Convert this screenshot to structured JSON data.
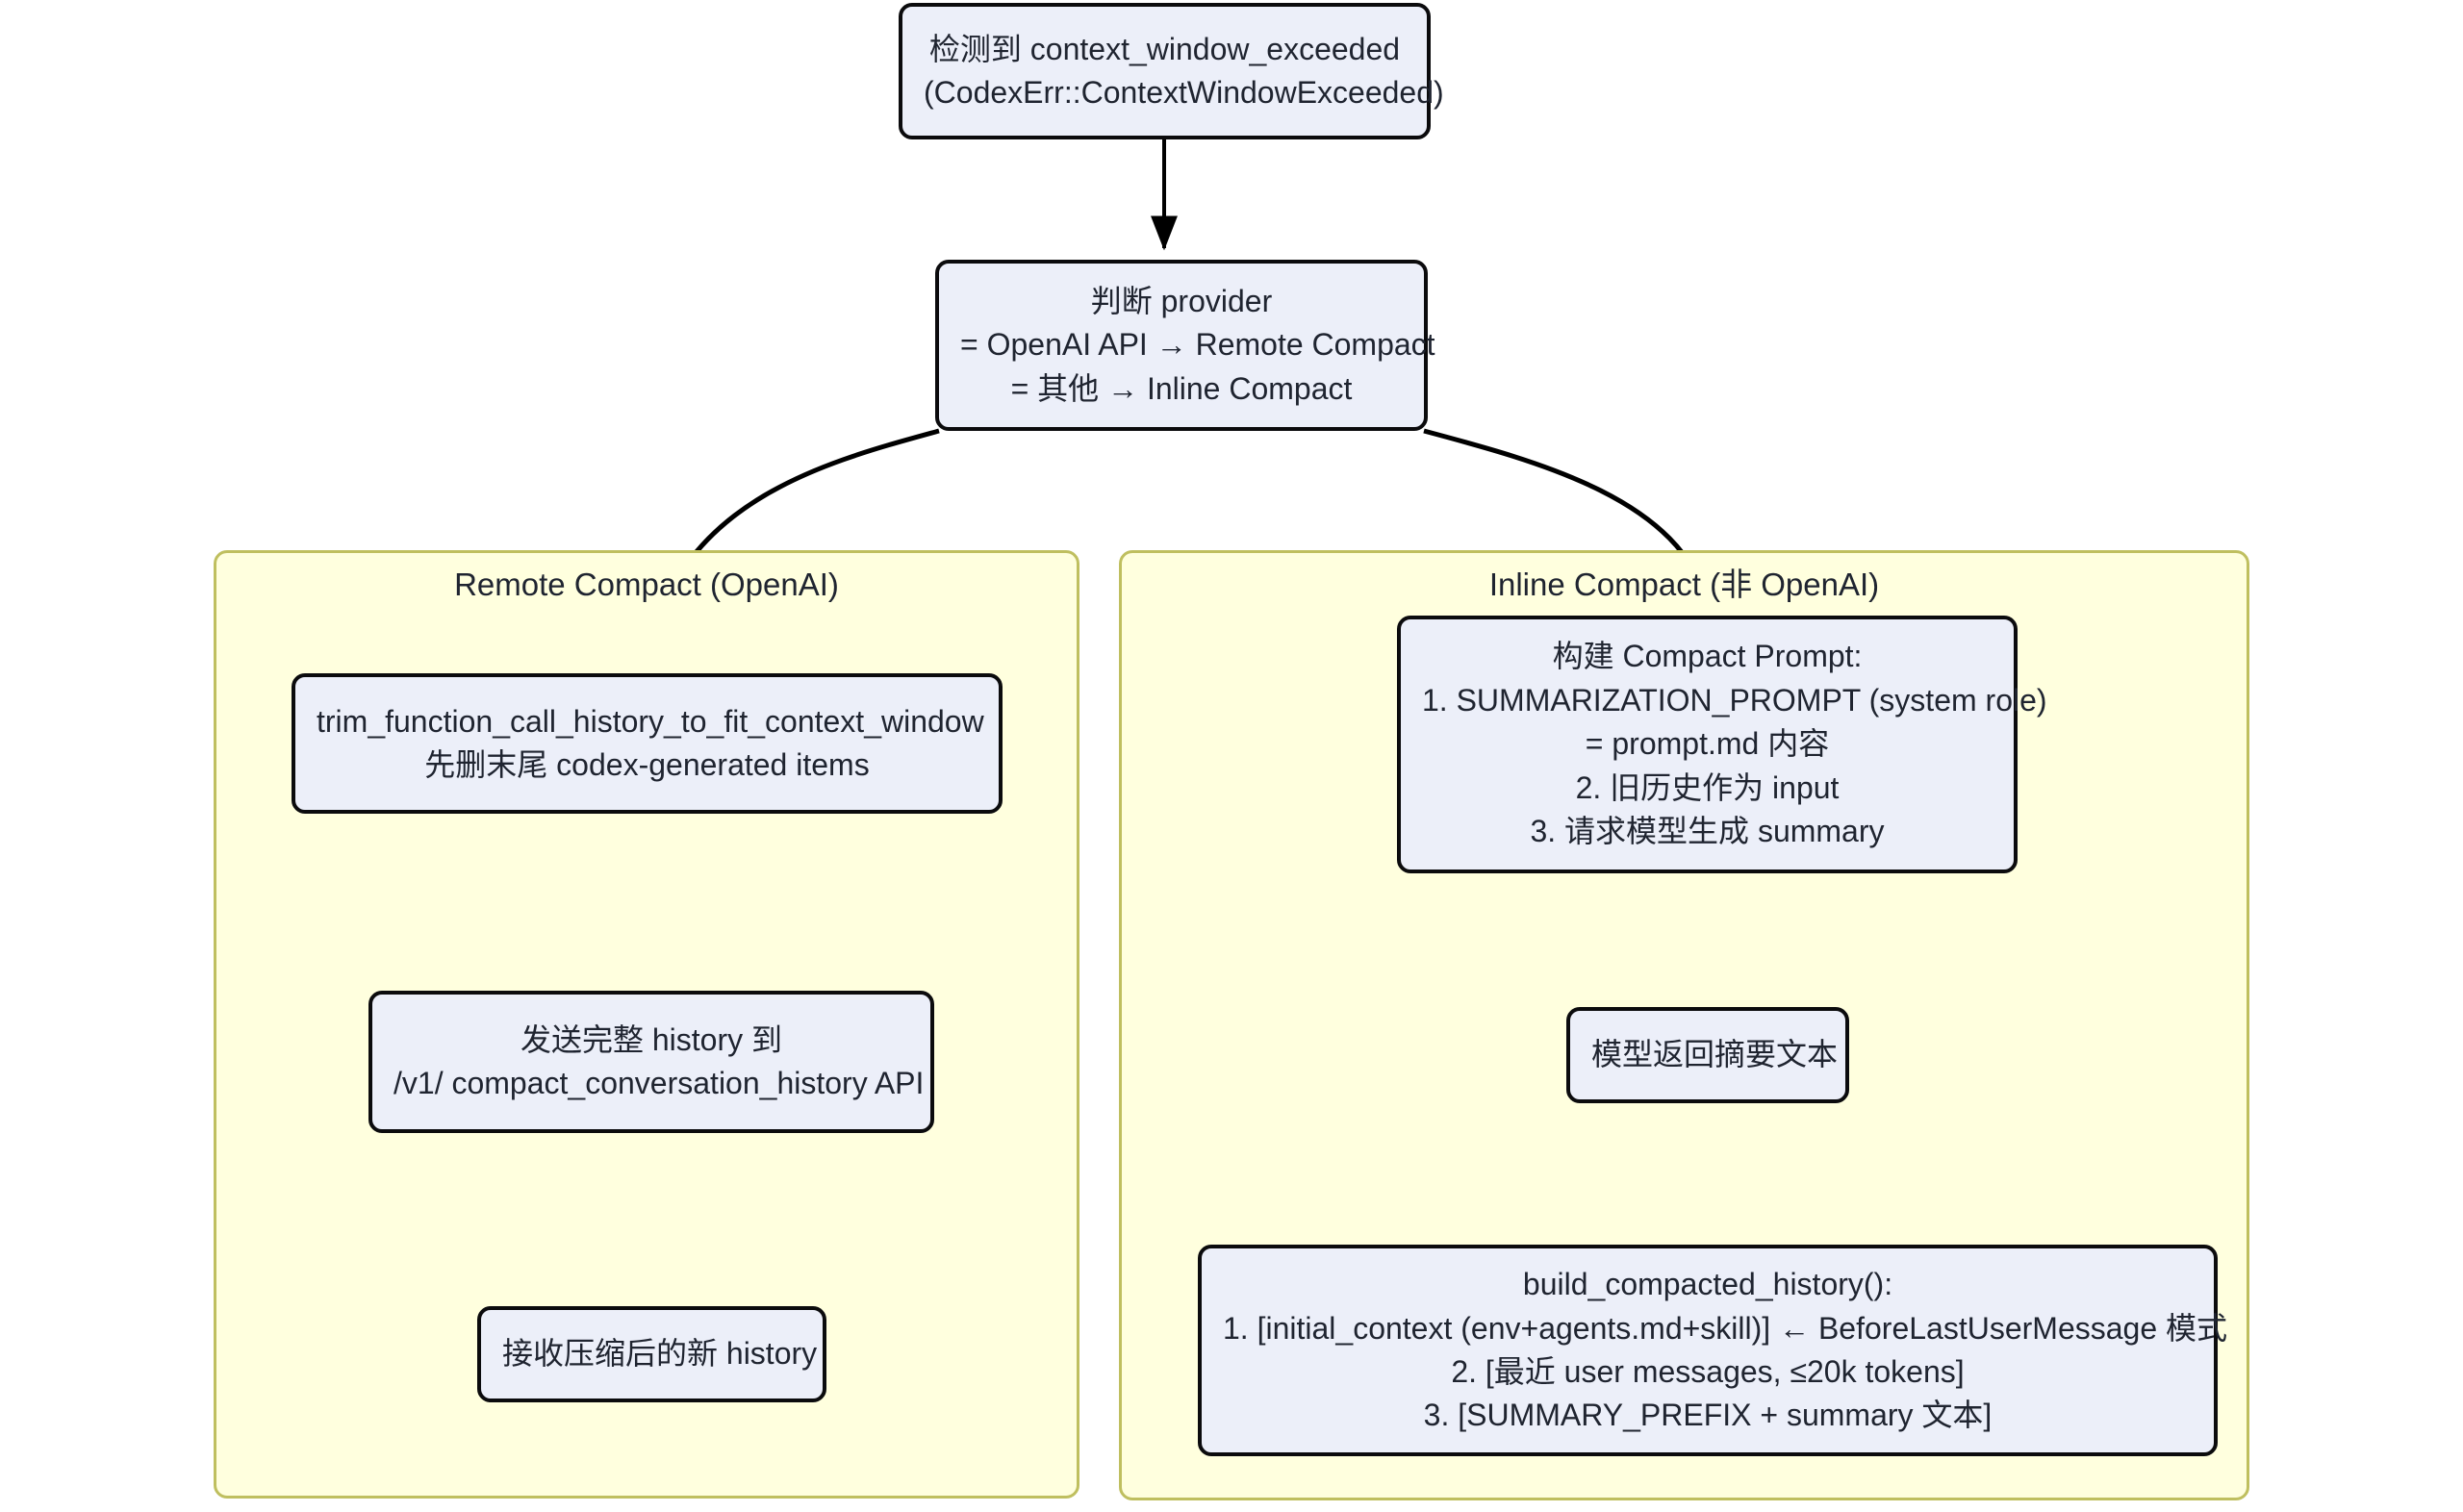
{
  "diagram": {
    "type": "flowchart",
    "direction": "top-down",
    "title_visible": false,
    "colors": {
      "node_fill": "#eceff9",
      "node_stroke": "#0b0b0d",
      "subgraph_fill": "#ffffde",
      "subgraph_stroke": "#bfbf5f",
      "edge_stroke": "#000000",
      "text": "#1f2430",
      "background": "#ffffff"
    }
  },
  "nodes": {
    "detect": {
      "id": "detect",
      "lines": [
        "检测到 context_window_exceeded",
        "(CodexErr::ContextWindowExceeded)"
      ]
    },
    "decide": {
      "id": "decide",
      "lines": [
        "判断 provider",
        "= OpenAI API → Remote Compact",
        "= 其他 → Inline Compact"
      ]
    },
    "trim": {
      "id": "trim",
      "lines": [
        "trim_function_call_history_to_fit_context_window",
        "先删末尾 codex-generated items"
      ]
    },
    "send_api": {
      "id": "send_api",
      "lines": [
        "发送完整 history 到",
        "/v1/ compact_conversation_history API"
      ]
    },
    "receive": {
      "id": "receive",
      "lines": [
        "接收压缩后的新 history"
      ]
    },
    "build_prompt": {
      "id": "build_prompt",
      "lines": [
        "构建 Compact Prompt:",
        "1. SUMMARIZATION_PROMPT (system role)",
        "= prompt.md 内容",
        "2. 旧历史作为 input",
        "3. 请求模型生成 summary"
      ]
    },
    "model_summary": {
      "id": "model_summary",
      "lines": [
        "模型返回摘要文本"
      ]
    },
    "build_history": {
      "id": "build_history",
      "lines": [
        "build_compacted_history():",
        "1. [initial_context (env+agents.md+skill)] ← BeforeLastUserMessage 模式",
        "2. [最近 user messages, ≤20k tokens]",
        "3. [SUMMARY_PREFIX + summary 文本]"
      ]
    }
  },
  "subgraphs": {
    "remote": {
      "id": "remote",
      "title": "Remote Compact (OpenAI)"
    },
    "inline": {
      "id": "inline",
      "title": "Inline Compact (非 OpenAI)"
    }
  },
  "edges": [
    {
      "from": "detect",
      "to": "decide",
      "label": ""
    },
    {
      "from": "decide",
      "to": "trim",
      "label": ""
    },
    {
      "from": "decide",
      "to": "build_prompt",
      "label": ""
    },
    {
      "from": "trim",
      "to": "send_api",
      "label": ""
    },
    {
      "from": "send_api",
      "to": "receive",
      "label": ""
    },
    {
      "from": "build_prompt",
      "to": "model_summary",
      "label": ""
    },
    {
      "from": "model_summary",
      "to": "build_history",
      "label": ""
    }
  ]
}
